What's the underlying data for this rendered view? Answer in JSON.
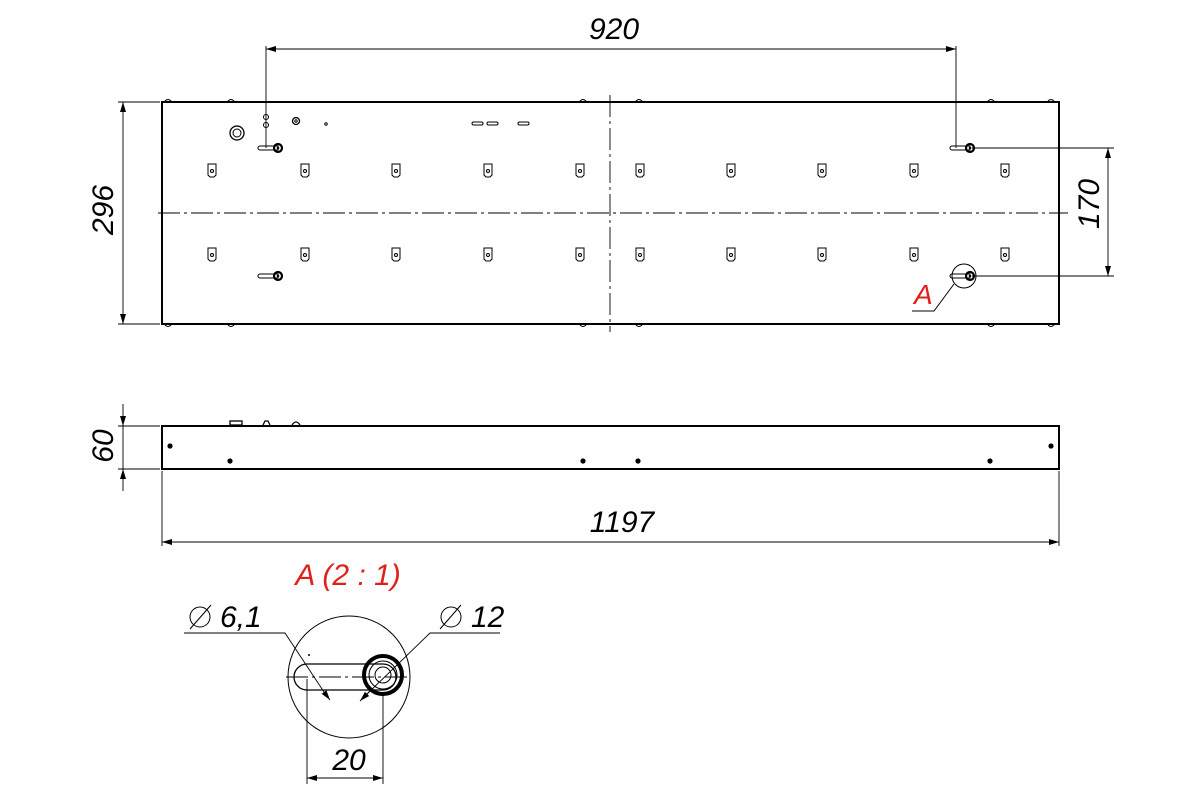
{
  "dimensions": {
    "top_width": "920",
    "height_total": "296",
    "hole_spacing": "170",
    "side_height": "60",
    "overall_length": "1197"
  },
  "detail": {
    "callout": "A",
    "title": "A (2 : 1)",
    "diameter_small": "6,1",
    "diameter_large": "12",
    "slot_length": "20"
  },
  "colors": {
    "line": "#000000",
    "callout": "#e0201b"
  }
}
